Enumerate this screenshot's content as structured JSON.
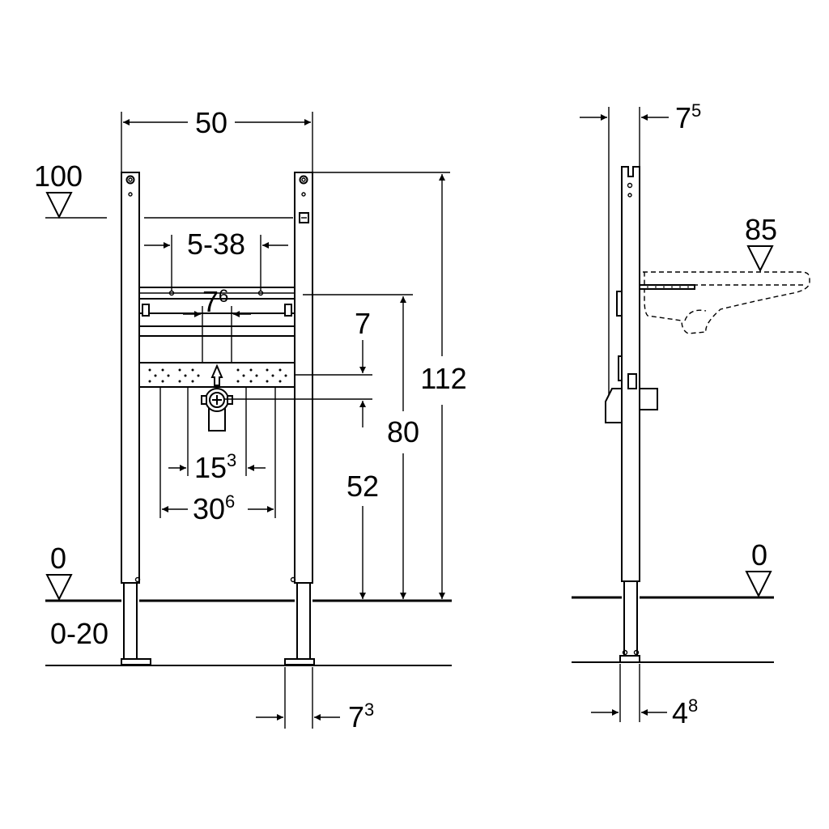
{
  "front_view": {
    "width_total": "50",
    "height_total": "112",
    "height_80": "80",
    "height_52": "52",
    "dim_7": "7",
    "range_5_38": "5-38",
    "dim_7_6": {
      "main": "7",
      "sup": "6"
    },
    "dim_15_3": {
      "main": "15",
      "sup": "3"
    },
    "dim_30_6": {
      "main": "30",
      "sup": "6"
    },
    "dim_7_3": {
      "main": "7",
      "sup": "3"
    },
    "level_100": "100",
    "level_0": "0",
    "floor_range": "0-20"
  },
  "side_view": {
    "dim_7_5": {
      "main": "7",
      "sup": "5"
    },
    "dim_4_8": {
      "main": "4",
      "sup": "8"
    },
    "level_85": "85",
    "level_0": "0"
  }
}
